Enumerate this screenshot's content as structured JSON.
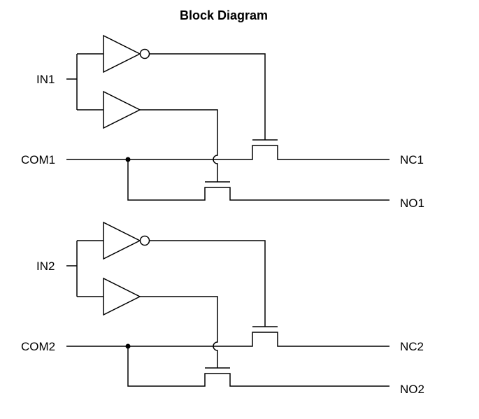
{
  "title": "Block Diagram",
  "channels": [
    {
      "input": "IN1",
      "common": "COM1",
      "normally_closed": "NC1",
      "normally_open": "NO1"
    },
    {
      "input": "IN2",
      "common": "COM2",
      "normally_closed": "NC2",
      "normally_open": "NO2"
    }
  ]
}
